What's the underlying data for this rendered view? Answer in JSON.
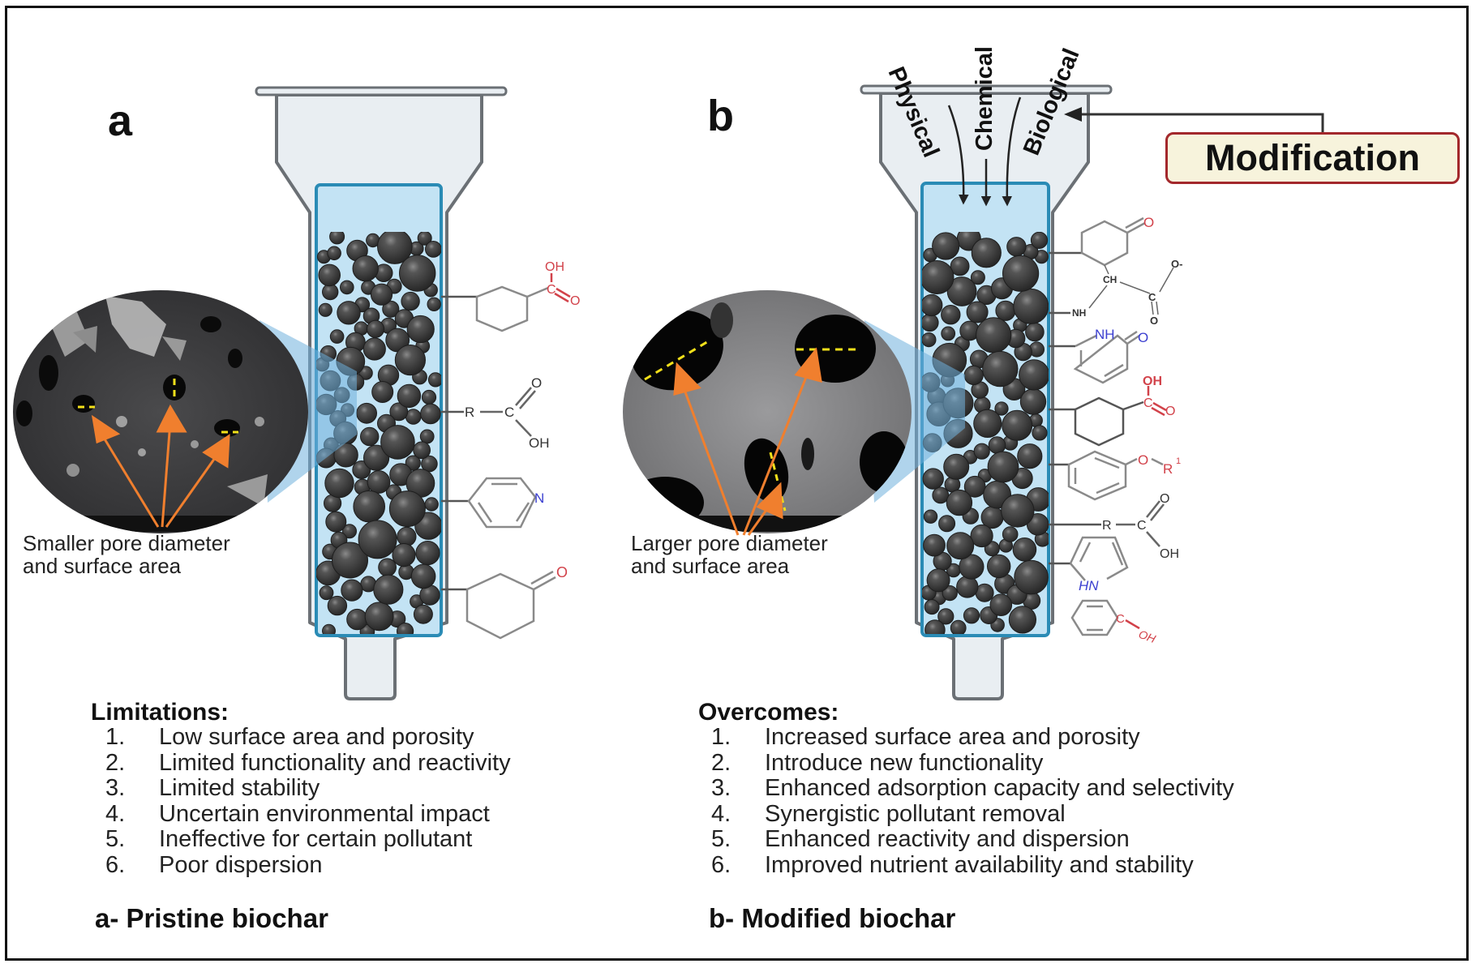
{
  "panels": {
    "a": {
      "letter": "a",
      "pore_label_line1": "Smaller pore diameter",
      "pore_label_line2": "and surface area",
      "list_heading": "Limitations:",
      "items": [
        {
          "num": "1.",
          "text": "Low surface area and porosity"
        },
        {
          "num": "2.",
          "text": "Limited functionality and reactivity"
        },
        {
          "num": "3.",
          "text": "Limited stability"
        },
        {
          "num": "4.",
          "text": "Uncertain environmental impact"
        },
        {
          "num": "5.",
          "text": "Ineffective for certain pollutant"
        },
        {
          "num": "6.",
          "text": "Poor dispersion"
        }
      ],
      "caption": "a- Pristine biochar",
      "functional_groups": [
        "cyclohexane-carboxylic acid",
        "R-COOH",
        "pyridine",
        "cyclohexanone"
      ],
      "chem_labels": {
        "oh": "OH",
        "c": "C",
        "o": "O",
        "r": "R",
        "n": "N"
      }
    },
    "b": {
      "letter": "b",
      "pore_label_line1": "Larger pore diameter",
      "pore_label_line2": "and surface area",
      "list_heading": "Overcomes:",
      "items": [
        {
          "num": "1.",
          "text": "Increased surface area and porosity"
        },
        {
          "num": "2.",
          "text": "Introduce new functionality"
        },
        {
          "num": "3.",
          "text": "Enhanced adsorption capacity and selectivity"
        },
        {
          "num": "4.",
          "text": "Synergistic pollutant removal"
        },
        {
          "num": "5.",
          "text": "Enhanced reactivity and dispersion"
        },
        {
          "num": "6.",
          "text": "Improved nutrient availability and stability"
        }
      ],
      "caption": "b- Modified biochar",
      "modification_methods": [
        "Physical",
        "Chemical",
        "Biological"
      ],
      "modification_label": "Modification",
      "functional_groups": [
        "cyclohexanone",
        "amino acid (NH-CH-COO-)",
        "2-pyridone",
        "cyclohexane-carboxylic acid",
        "aryl ether (O-R1)",
        "R-COOH",
        "pyrrole",
        "phenol"
      ],
      "chem_labels": {
        "oh": "OH",
        "c": "C",
        "o": "O",
        "o_minus": "O-",
        "ch": "CH",
        "nh": "NH",
        "hn": "HN",
        "r": "R",
        "r1_sup": "1"
      }
    }
  },
  "colors": {
    "liquid": "#c3e3f4",
    "liquid_border": "#2a8bb5",
    "column_fill": "#e9eef2",
    "column_stroke": "#6b7075",
    "bead": "#3b3b3b",
    "arrow_orange": "#f07f2e",
    "pore_marker": "#f2e01a",
    "acid_red": "#d2424a",
    "nitrogen_blue": "#3b3fd0",
    "mod_border": "#a3282c",
    "mod_fill": "#f7f3dc"
  }
}
